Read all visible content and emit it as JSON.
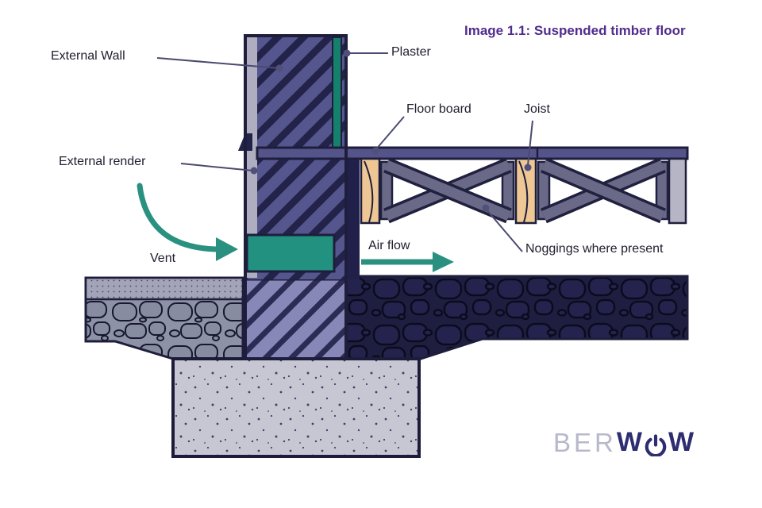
{
  "title": "Image 1.1: Suspended timber floor",
  "labels": {
    "external_wall": "External Wall",
    "plaster": "Plaster",
    "floor_board": "Floor board",
    "joist": "Joist",
    "external_render": "External render",
    "vent": "Vent",
    "air_flow": "Air flow",
    "noggings": "Noggings where present"
  },
  "logo": {
    "prefix": "BER",
    "w_left": "W",
    "w_right": "W",
    "icon": "power-icon"
  },
  "colors": {
    "title_purple": "#512b8d",
    "label_text": "#1e1e2e",
    "leader_line": "#4a4a70",
    "teal_arrow": "#2a9181",
    "plaster_teal": "#15806c",
    "vent_teal": "#23917f",
    "wall_fill": "#56568f",
    "wall_hatch": "#23234a",
    "underground_wall_fill": "#8888b8",
    "render_strip": "#aeaec0",
    "floor_board": "#54548b",
    "outline_navy": "#1e1e3c",
    "brace_grey": "#6a6a88",
    "joist_tan": "#eec795",
    "end_joist_grey": "#b5b5c5",
    "dark_ground": "#1e1e40",
    "light_ground": "#8d92a6",
    "foundation_grey": "#c7c7d3",
    "logo_light": "#b8b8cb",
    "logo_dark": "#2d2d70"
  }
}
